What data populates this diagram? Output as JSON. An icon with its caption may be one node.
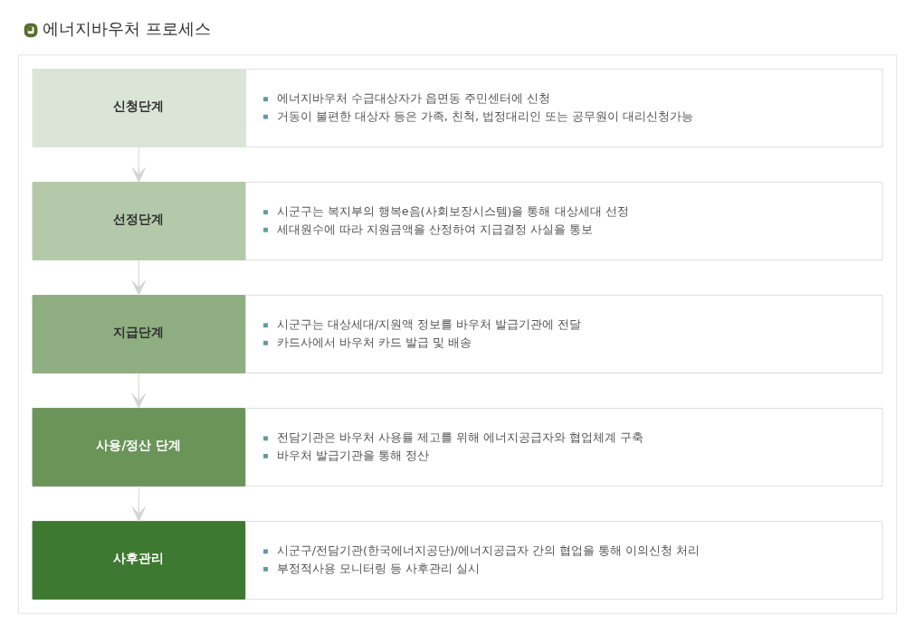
{
  "diagram": {
    "title": "에너지바우처 프로세스",
    "nodes": [
      {
        "text": [],
        "shape": "box"
      },
      {
        "text": [
          "신청단계"
        ],
        "in": 0
      },
      {
        "text": [
          "에너지바우처 수급대상자가 읍면동 주민센터에 신청",
          "거동이 불편한 대상자 등은 가족, 친척, 법정대리인 또는 공무원이 대리신청가능"
        ],
        "in": 0
      },
      {
        "text": [
          "선정단계"
        ],
        "in": 0
      },
      {
        "text": [
          "시군구는 복지부의 행복e음(사회보장시스템)을 통해 대상세대 선정",
          "세대원수에 따라 지원금액을 산정하여 지급결정 사실을 통보"
        ],
        "in": 0
      },
      {
        "text": [
          "지급단계"
        ],
        "in": 0
      },
      {
        "text": [
          "시군구는 대상세대/지원액 정보를 바우처 발급기관에 전달",
          "카드사에서 바우처 카드 발급 및 배송"
        ],
        "in": 0
      },
      {
        "text": [
          "사용/정산 단계"
        ],
        "in": 0
      },
      {
        "text": [
          "전담기관은 바우처 사용률 제고를 위해 에너지공급자와 협업체계 구축",
          "바우처 발급기관을 통해 정산"
        ],
        "in": 0
      },
      {
        "text": [
          "사후관리"
        ],
        "in": 0
      },
      {
        "text": [
          "시군구/전담기관(한국에너지공단)/에너지공급자 간의 협업을 통해 이의신청 처리",
          "부정적사용 모니터링 등 사후관리 실시"
        ],
        "in": 0
      }
    ],
    "edges": [
      {
        "from": 1,
        "to": 3,
        "arrow": "to"
      },
      {
        "from": 3,
        "to": 5,
        "arrow": "to"
      },
      {
        "from": 5,
        "to": 7,
        "arrow": "to"
      },
      {
        "from": 7,
        "to": 9,
        "arrow": "to"
      }
    ]
  }
}
